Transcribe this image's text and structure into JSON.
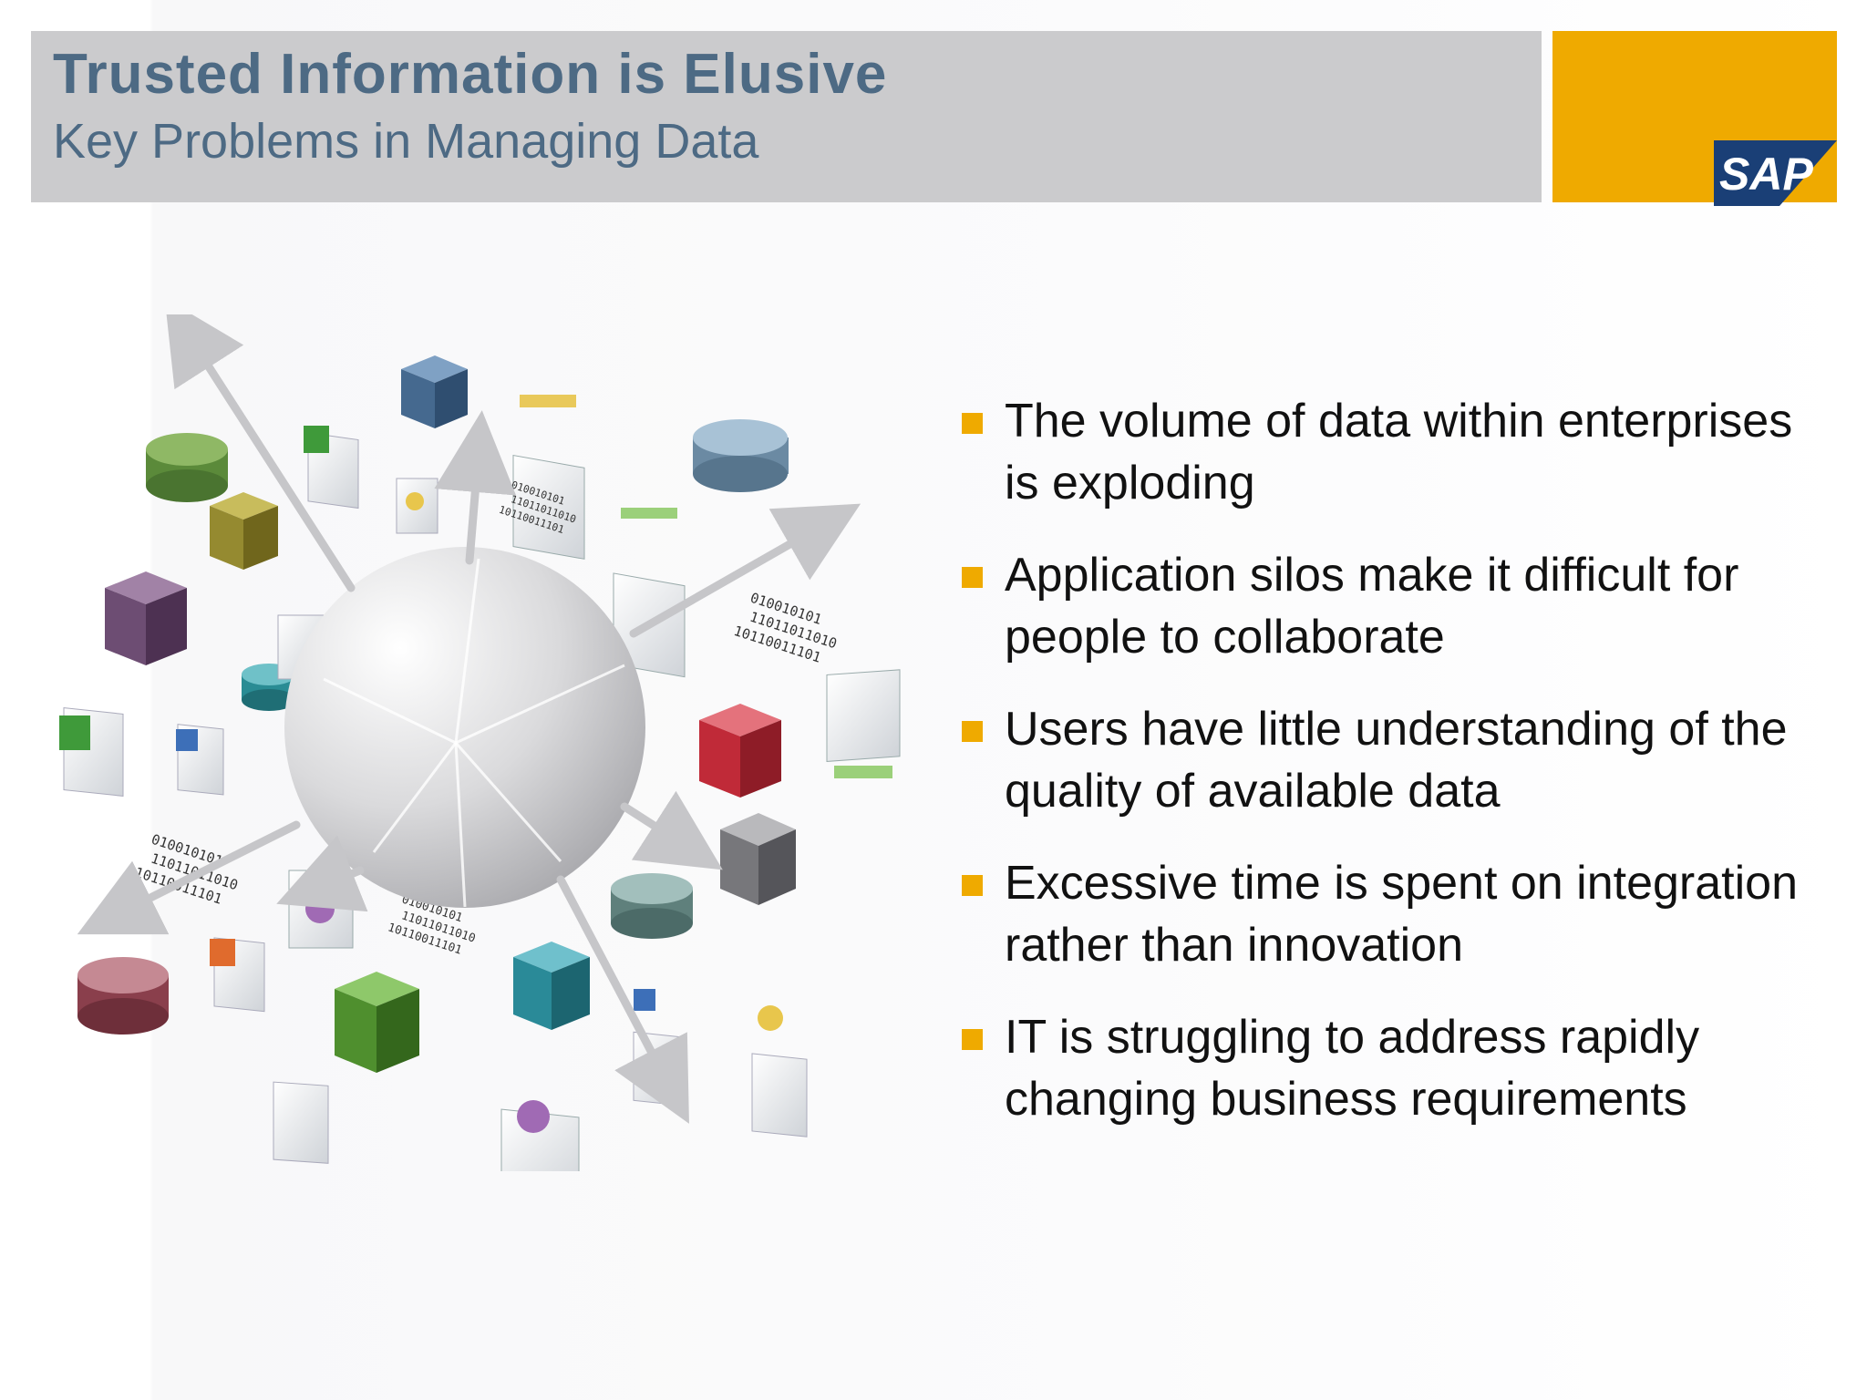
{
  "header": {
    "title": "Trusted Information is Elusive",
    "subtitle": "Key Problems in Managing Data"
  },
  "logo": {
    "text": "SAP",
    "color": "#efaa00",
    "logo_color": "#1a3f76"
  },
  "bullets": [
    {
      "text": "The volume of data within enterprises is exploding"
    },
    {
      "text": "Application silos make it difficult for people to collaborate"
    },
    {
      "text": "Users have little understanding of the quality of available data"
    },
    {
      "text": "Excessive time is spent on integration rather than innovation"
    },
    {
      "text": "IT is struggling to address rapidly changing business requirements"
    }
  ],
  "illustration": {
    "binary_lines": [
      "010010101",
      "11011011010",
      "10110011101"
    ]
  },
  "colors": {
    "accent": "#efaa00",
    "title": "#4d6a84",
    "header_bg": "#cbcbcd"
  }
}
